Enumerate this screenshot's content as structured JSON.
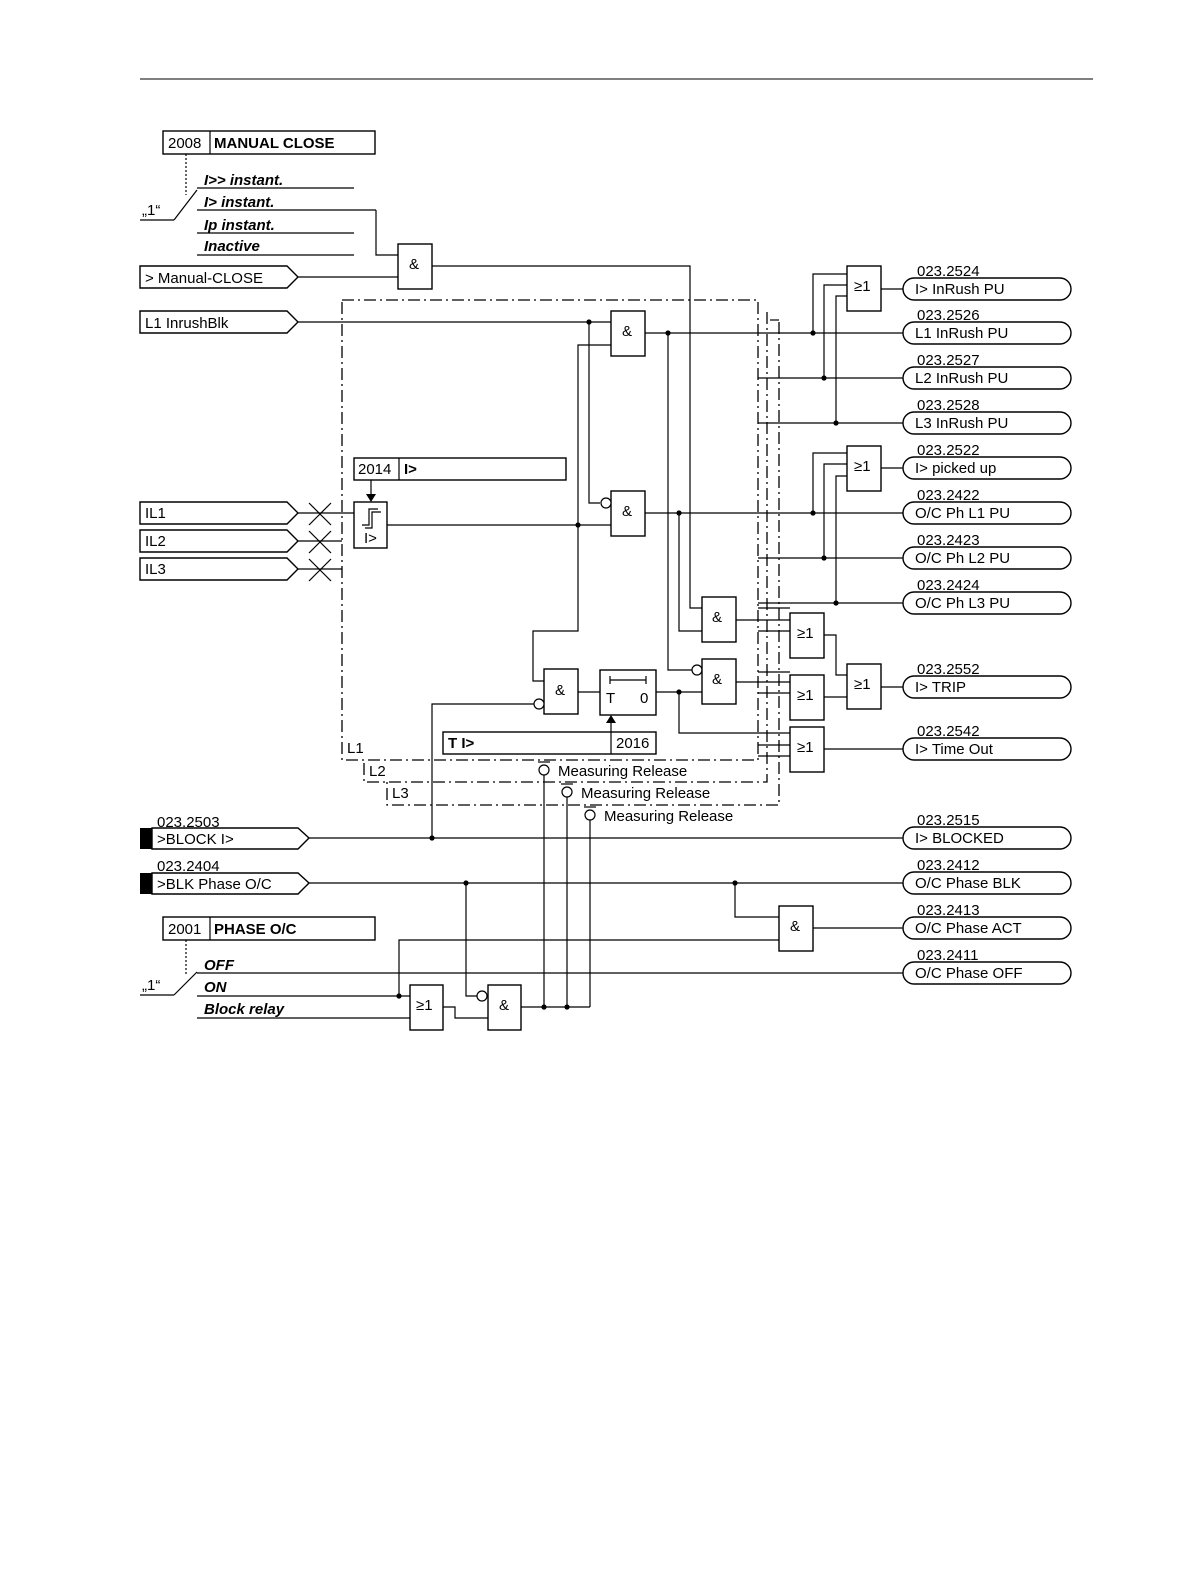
{
  "manual_close": {
    "param_number": "2008",
    "param_name": "MANUAL CLOSE",
    "default_index": "„1“",
    "options": [
      "I>> instant.",
      "I> instant.",
      "Ip instant.",
      "Inactive"
    ]
  },
  "phase_oc": {
    "param_number": "2001",
    "param_name": "PHASE O/C",
    "default_index": "„1“",
    "options": [
      "OFF",
      "ON",
      "Block relay"
    ]
  },
  "threshold_param": {
    "number": "2014",
    "name": "I>",
    "symbol": "I>"
  },
  "delay_param": {
    "number": "2016",
    "name": "T I>",
    "timer_t": "T",
    "timer_0": "0"
  },
  "inputs": [
    {
      "label": "> Manual-CLOSE",
      "address": ""
    },
    {
      "label": "L1 InrushBlk",
      "address": ""
    },
    {
      "label": "IL1",
      "address": ""
    },
    {
      "label": "IL2",
      "address": ""
    },
    {
      "label": "IL3",
      "address": ""
    },
    {
      "label": ">BLOCK I>",
      "address": "023.2503"
    },
    {
      "label": ">BLK Phase O/C",
      "address": "023.2404"
    }
  ],
  "outputs": [
    {
      "address": "023.2524",
      "label": "I> InRush PU"
    },
    {
      "address": "023.2526",
      "label": "L1 InRush PU"
    },
    {
      "address": "023.2527",
      "label": "L2 InRush PU"
    },
    {
      "address": "023.2528",
      "label": "L3 InRush PU"
    },
    {
      "address": "023.2522",
      "label": "I> picked up"
    },
    {
      "address": "023.2422",
      "label": "O/C Ph L1 PU"
    },
    {
      "address": "023.2423",
      "label": "O/C Ph L2 PU"
    },
    {
      "address": "023.2424",
      "label": "O/C Ph L3 PU"
    },
    {
      "address": "023.2552",
      "label": "I> TRIP"
    },
    {
      "address": "023.2542",
      "label": "I> Time Out"
    },
    {
      "address": "023.2515",
      "label": "I> BLOCKED"
    },
    {
      "address": "023.2412",
      "label": "O/C Phase BLK"
    },
    {
      "address": "023.2413",
      "label": "O/C Phase ACT"
    },
    {
      "address": "023.2411",
      "label": "O/C Phase OFF"
    }
  ],
  "phases": [
    "L1",
    "L2",
    "L3"
  ],
  "measuring_release": [
    "Measuring Release",
    "Measuring Release",
    "Measuring Release"
  ],
  "gates": {
    "and": "&",
    "or": "≥1"
  }
}
